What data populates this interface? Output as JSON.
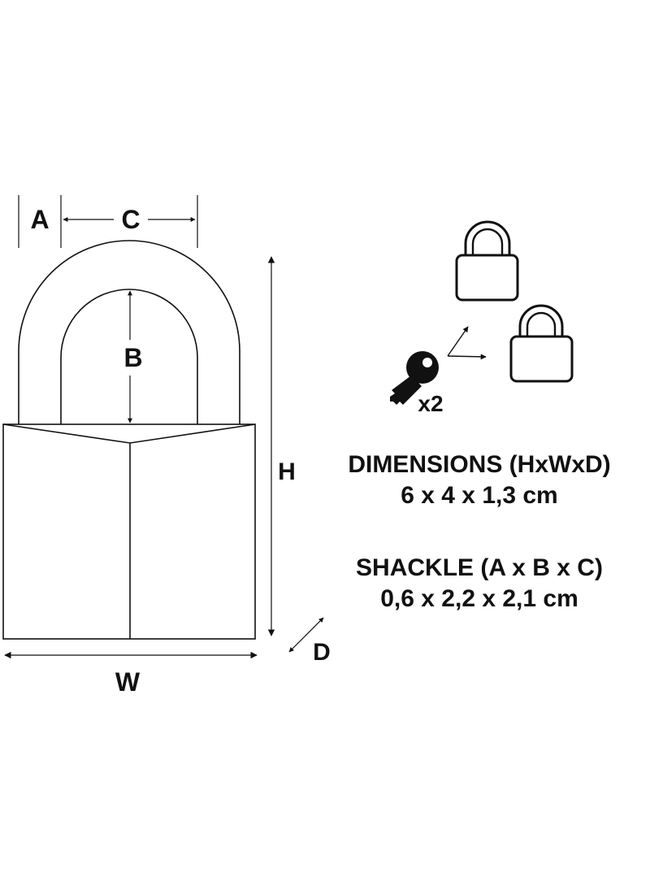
{
  "labels": {
    "a": "A",
    "b": "B",
    "c": "C",
    "h": "H",
    "w": "W",
    "d": "D",
    "keys_count": "x2"
  },
  "dimensions": {
    "title": "DIMENSIONS (HxWxD)",
    "value": "6 x 4 x 1,3 cm"
  },
  "shackle": {
    "title": "SHACKLE (A x B x C)",
    "value": "0,6 x 2,2 x 2,1 cm"
  },
  "colors": {
    "line": "#111111",
    "background": "#ffffff"
  },
  "icons": [
    "padlock-icon",
    "padlock-icon",
    "key-icon",
    "split-arrows-icon"
  ]
}
